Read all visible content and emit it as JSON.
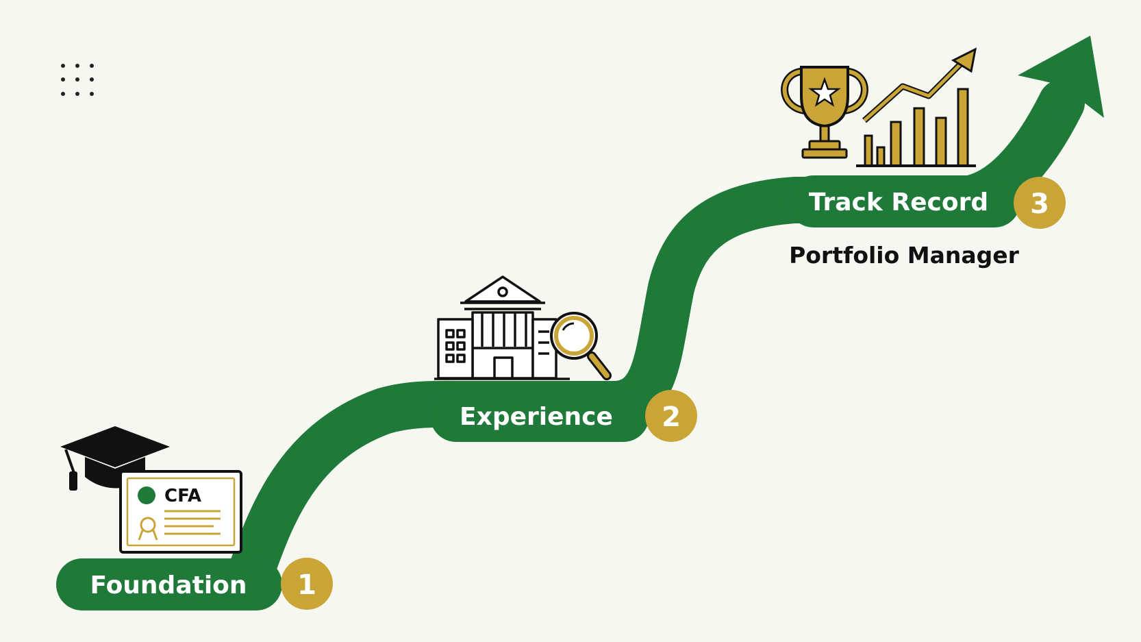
{
  "colors": {
    "path_green": "#1f7a3a",
    "gold": "#c9a437",
    "gold_light": "#e3c45a",
    "ink": "#111111",
    "background": "#f7f7f2"
  },
  "stages": [
    {
      "label": "Foundation",
      "number": "1",
      "icon": "graduation-cap-and-cfa-certificate"
    },
    {
      "label": "Experience",
      "number": "2",
      "icon": "institution-building-with-magnifier"
    },
    {
      "label": "Track Record",
      "number": "3",
      "icon": "trophy-and-growth-chart",
      "subtitle": "Portfolio Manager"
    }
  ],
  "certificate": {
    "text": "CFA"
  },
  "decoration": {
    "dot_grid": "3x3-dots-icon"
  }
}
